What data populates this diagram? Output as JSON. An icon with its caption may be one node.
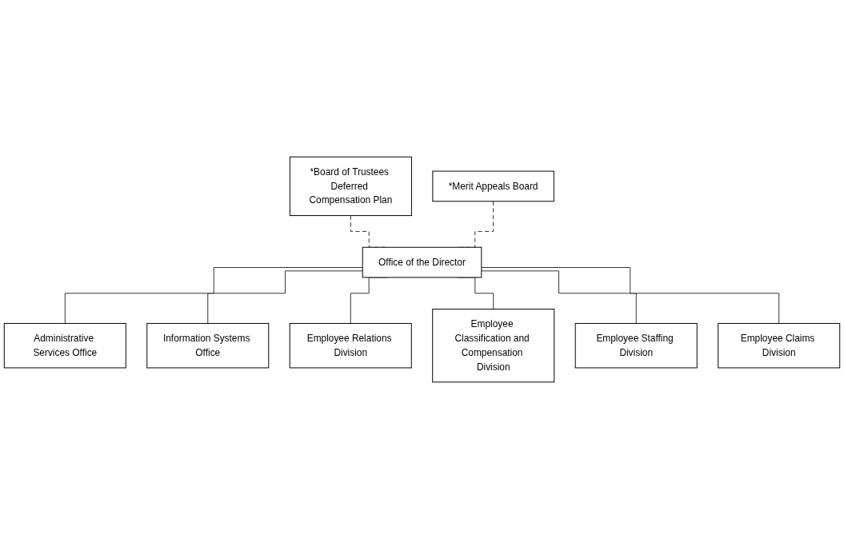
{
  "diagram": {
    "nodes": [
      {
        "text": [
          "Office of the Director"
        ]
      },
      {
        "text": [
          "*Board of Trustees Deferred Compensation Plan"
        ]
      },
      {
        "text": [
          "Administrative Services Office"
        ]
      },
      {
        "text": [
          "*Merit Appeals Board"
        ]
      },
      {
        "text": [
          "Information Systems Office"
        ]
      },
      {
        "text": [
          "Employee Relations Division"
        ]
      },
      {
        "text": [
          "Employee Classification and Compensation Division"
        ]
      },
      {
        "text": [
          "Employee Staffing Division"
        ]
      },
      {
        "text": [
          "Employee Claims Division"
        ]
      }
    ],
    "edges": [
      {
        "from": 0,
        "to": 2,
        "arrow": "none"
      },
      {
        "from": 1,
        "to": 0,
        "arrow": "none",
        "style": "dashed"
      },
      {
        "from": 0,
        "to": 4,
        "arrow": "none"
      },
      {
        "from": 3,
        "to": 0,
        "arrow": "none",
        "style": "dashed"
      },
      {
        "from": 0,
        "to": 5,
        "arrow": "none"
      },
      {
        "from": 0,
        "to": 6,
        "arrow": "none"
      },
      {
        "from": 0,
        "to": 7,
        "arrow": "none"
      },
      {
        "from": 0,
        "to": 8,
        "arrow": "none"
      }
    ]
  }
}
